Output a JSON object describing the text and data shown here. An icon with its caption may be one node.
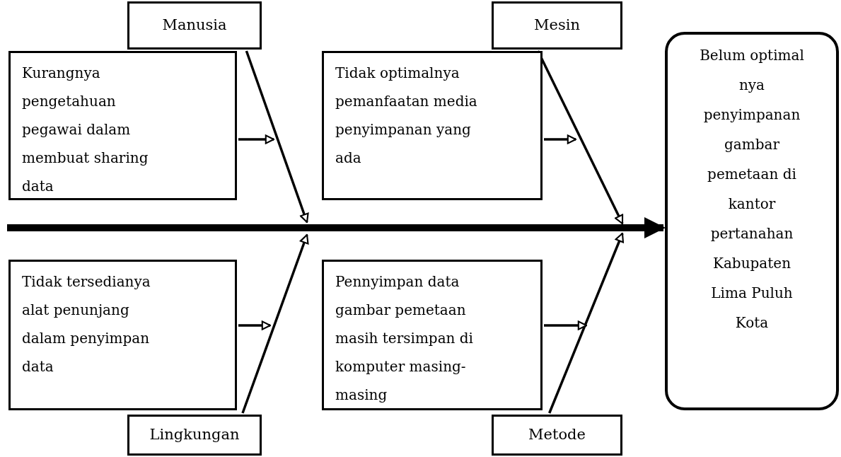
{
  "diagram": {
    "nodes": [
      {
        "text": [
          "Manusia"
        ]
      },
      {
        "text": [
          "Kurangnya pengetahuan pegawai dalam membuat sharing data"
        ]
      },
      {
        "text": [
          "Mesin"
        ]
      },
      {
        "text": [
          "Tidak optimalnya pemanfaatan media penyimpanan yang ada"
        ]
      },
      {
        "text": [
          "Belum optimal nya penyimpanan gambar pemetaan di kantor pertanahan Kabupaten Lima Puluh Kota"
        ]
      },
      {
        "text": [
          "Tidak tersedianya alat penunjang dalam penyimpan data"
        ]
      },
      {
        "text": [
          "Pennyimpan data gambar pemetaan masih tersimpan di komputer masing-masing"
        ]
      },
      {
        "text": [
          "Lingkungan"
        ]
      },
      {
        "text": [
          "Metode"
        ]
      }
    ],
    "edges": [
      {
        "from": null,
        "to": 4,
        "arrow": "to",
        "style": "thick"
      },
      {
        "from": 0,
        "to": null,
        "arrow": "to"
      },
      {
        "from": 2,
        "to": null,
        "arrow": "to"
      },
      {
        "from": 7,
        "to": null,
        "arrow": "to"
      },
      {
        "from": 8,
        "to": null,
        "arrow": "to"
      },
      {
        "from": 1,
        "to": null,
        "arrow": "to"
      },
      {
        "from": 3,
        "to": null,
        "arrow": "to"
      },
      {
        "from": 5,
        "to": null,
        "arrow": "to"
      },
      {
        "from": 6,
        "to": null,
        "arrow": "to"
      }
    ]
  }
}
